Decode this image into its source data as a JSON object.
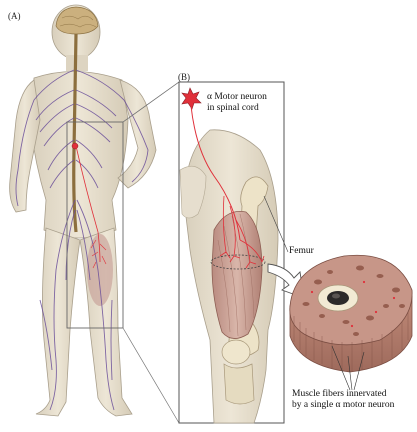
{
  "panels": {
    "a": "(A)",
    "b": "(B)"
  },
  "labels": {
    "motor_neuron": "α Motor neuron in spinal cord",
    "femur": "Femur",
    "muscle_fibers_line1": "Muscle fibers innervated",
    "muscle_fibers_line2": "by a single α motor neuron"
  },
  "colors": {
    "skin": "#e9e1cf",
    "nerve": "#6b4f9a",
    "neuron": "#e0303a",
    "muscle": "#c7a39a",
    "bone": "#ede3c8"
  }
}
